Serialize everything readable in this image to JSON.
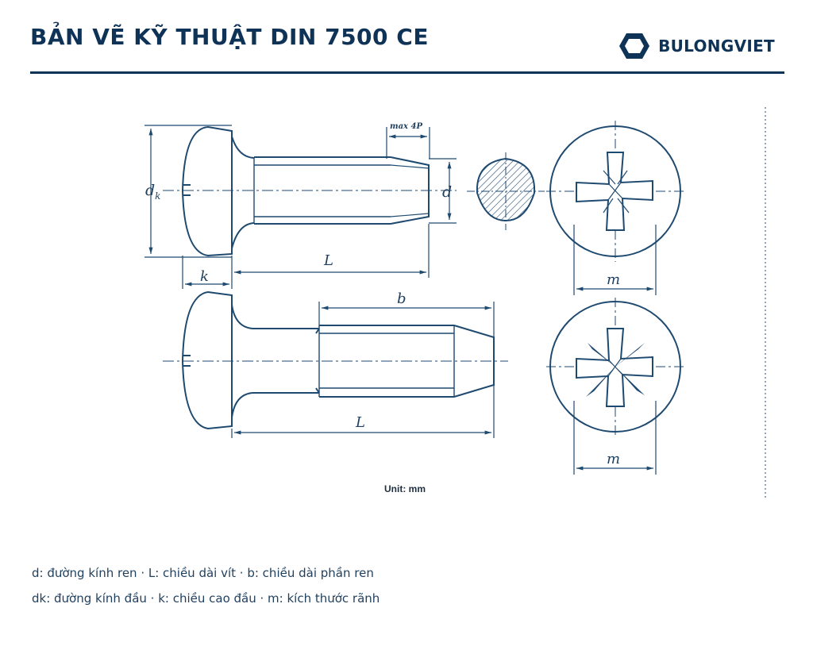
{
  "header": {
    "title": "BẢN VẼ KỸ THUẬT DIN 7500 CE",
    "brand_name": "BULONGVIET",
    "brand_icon": "hexagon-nut-icon"
  },
  "drawing": {
    "labels": {
      "dk": "d",
      "dk_sub": "k",
      "d": "d",
      "k": "k",
      "L_top": "L",
      "L_bottom": "L",
      "b": "b",
      "m_top": "m",
      "m_bottom": "m",
      "max4p": "max 4P",
      "unit": "Unit: mm"
    }
  },
  "legend": {
    "line1": "d: đường kính ren · L: chiều dài vít · b: chiều dài phần ren",
    "line2": "dk: đường kính đầu · k: chiều cao đầu · m: kích thước rãnh"
  },
  "colors": {
    "ink": "#0f3357",
    "line": "#1f4a70"
  }
}
